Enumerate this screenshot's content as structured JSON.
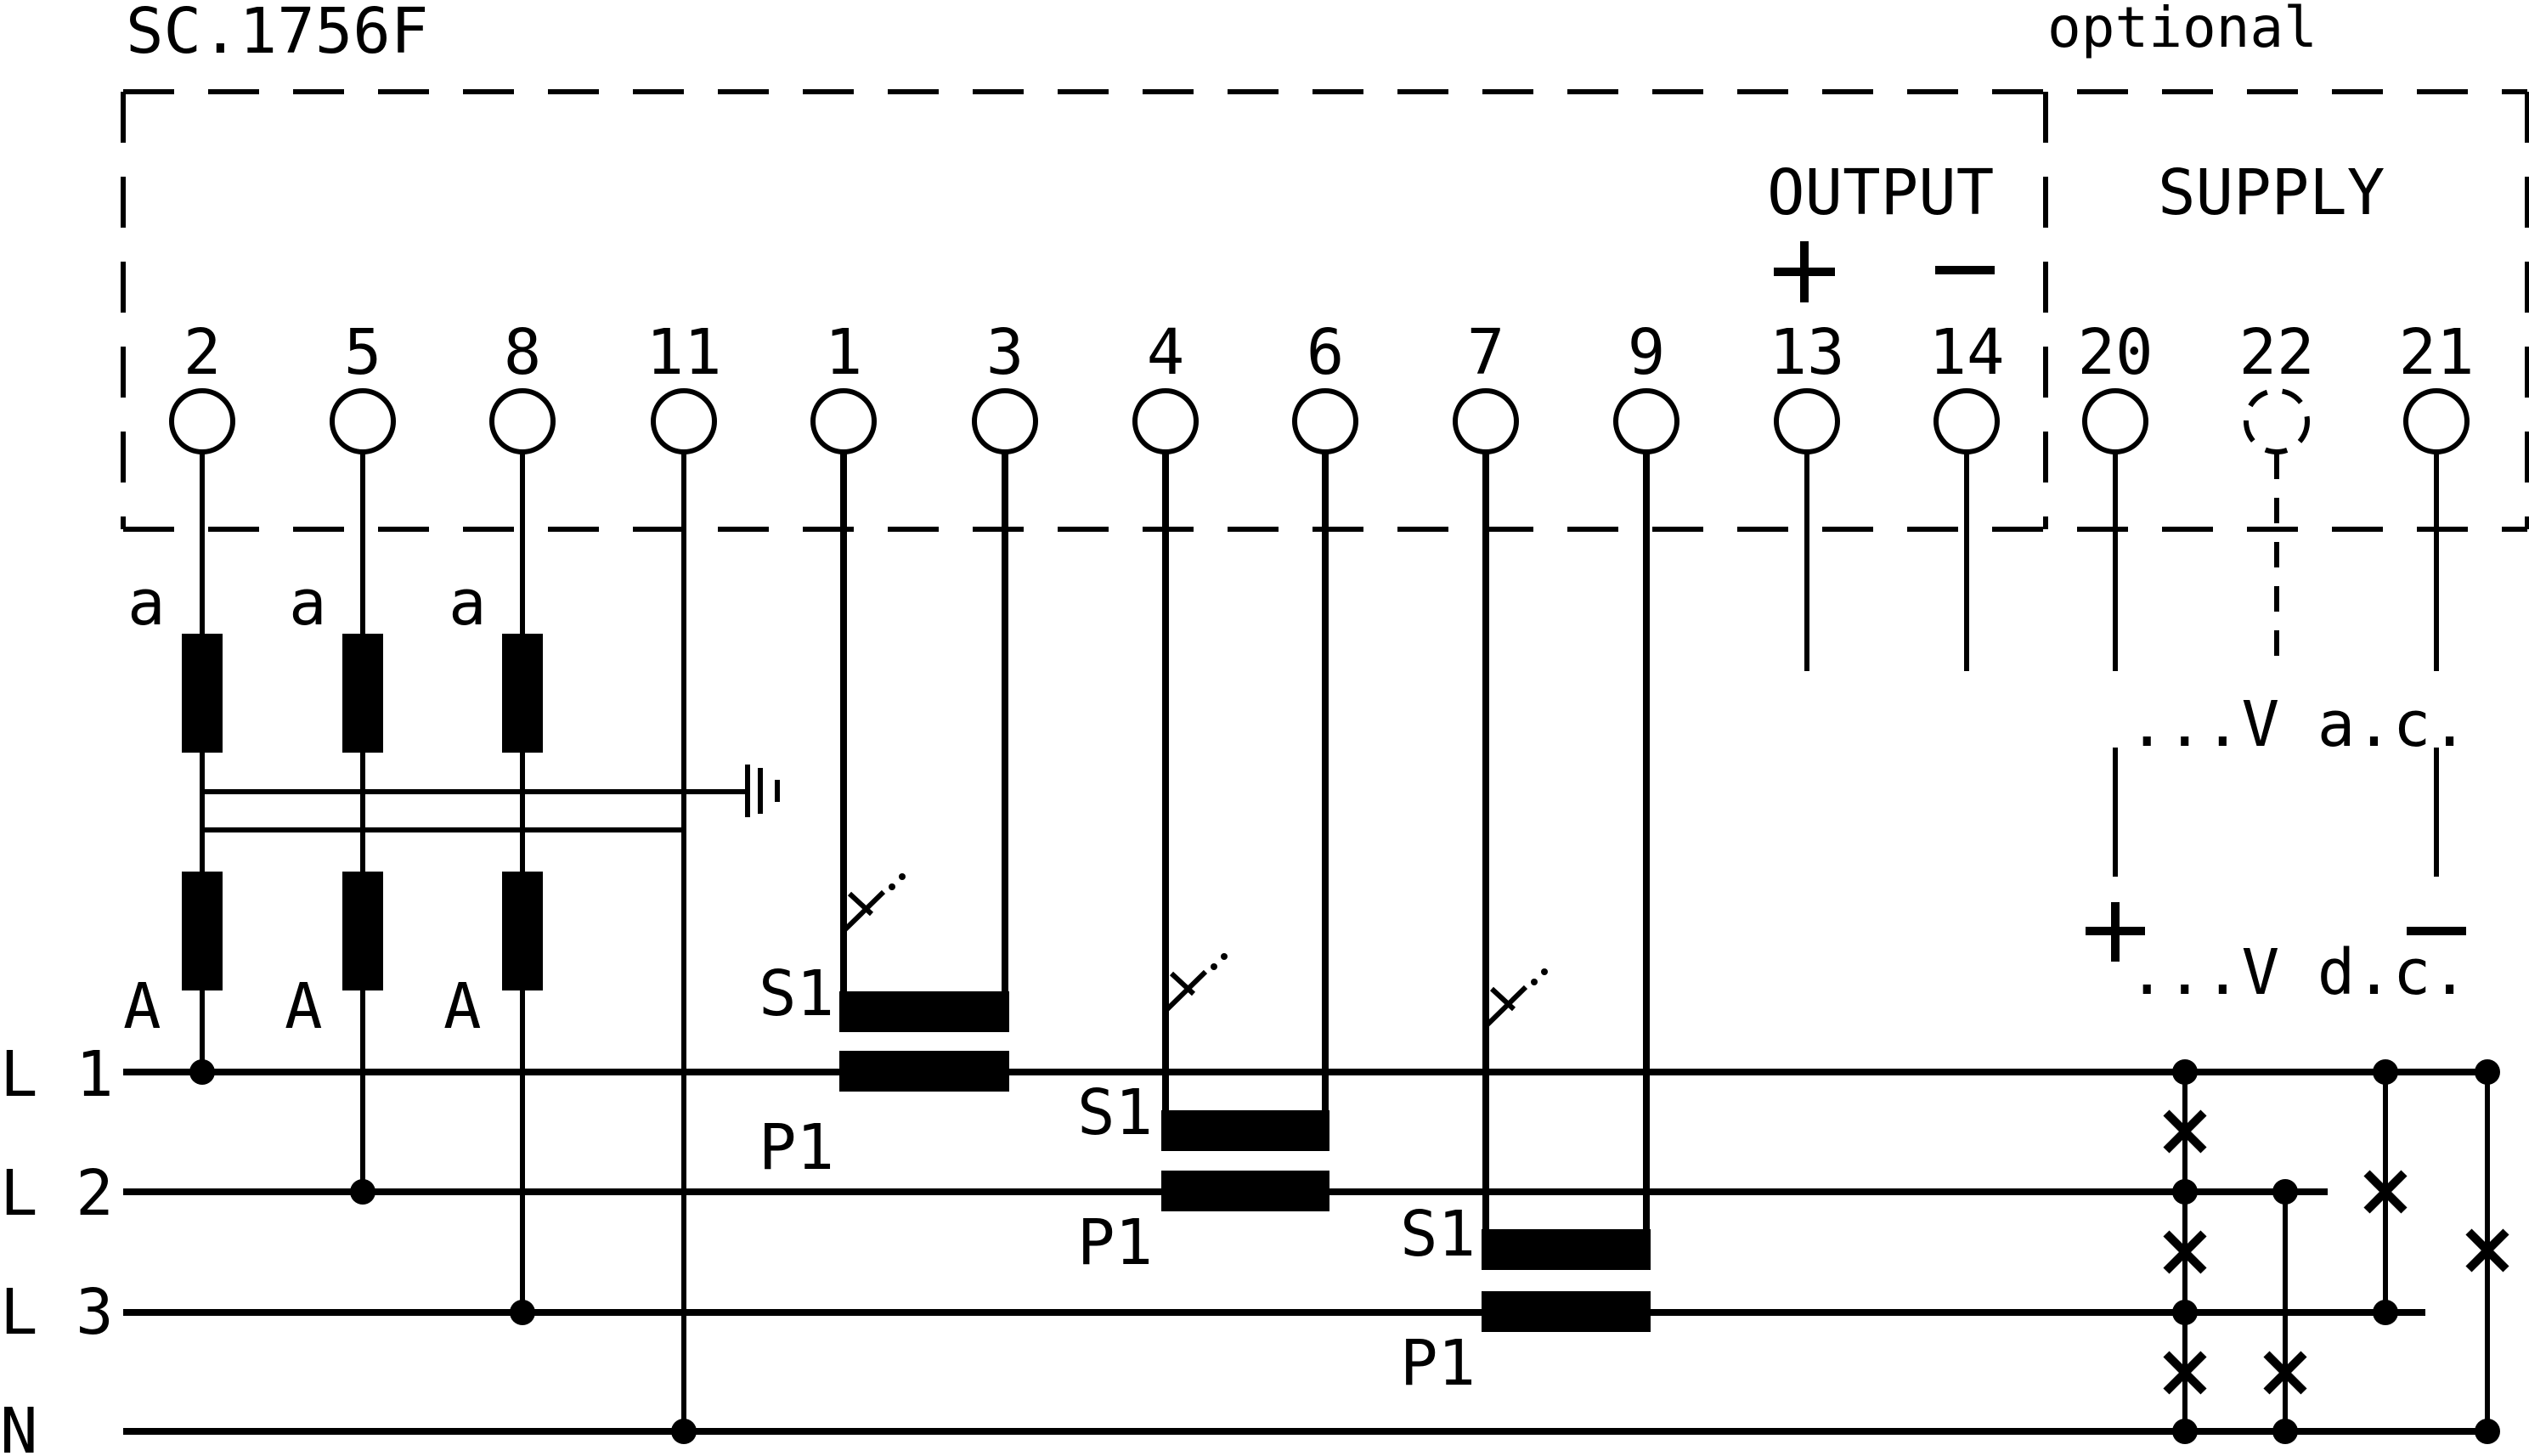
{
  "title": "SC.1756F",
  "optional_label": "optional",
  "output": {
    "label": "OUTPUT",
    "plus": "+",
    "minus": "−"
  },
  "supply": {
    "label": "SUPPLY",
    "ac": "...V a.c.",
    "dc": "...V d.c.",
    "plus": "+",
    "minus": "−"
  },
  "terminals": [
    "2",
    "5",
    "8",
    "11",
    "1",
    "3",
    "4",
    "6",
    "7",
    "9",
    "13",
    "14",
    "20",
    "22",
    "21"
  ],
  "voltage_coil_label_top": "a",
  "voltage_coil_label_bottom": "A",
  "ct_secondary_label": "S1",
  "ct_primary_label": "P1",
  "lines": [
    "L 1",
    "L 2",
    "L 3",
    "N"
  ]
}
